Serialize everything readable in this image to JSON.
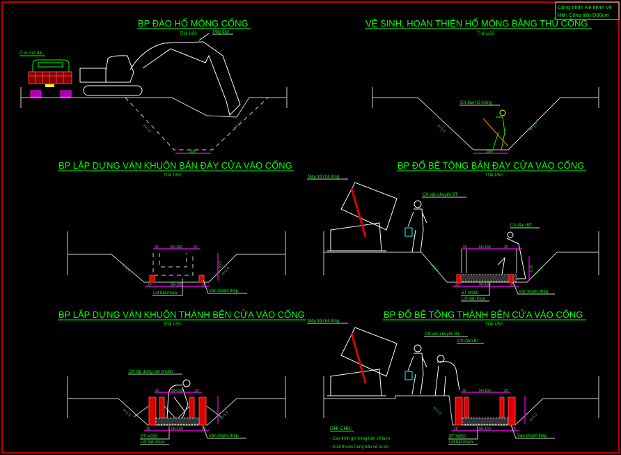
{
  "title_block": {
    "line1": "Công trình: Kè kênh Vệ",
    "line2": "HM: Cống tiêu D80cm"
  },
  "panels": [
    {
      "title": "BP ĐÀO HỐ MÓNG CỐNG",
      "scale": "Tỉ lệ 1/50",
      "labels": {
        "excavator": "Máy đào",
        "truck": "Ô tô chở đất",
        "slope_left": "m=1.0",
        "slope_right": "m=1.0",
        "bottom": "30m"
      }
    },
    {
      "title": "VỆ SINH, HOÀN THIỆN HỐ MÓNG BẰNG THỦ CÔNG",
      "scale": "Tỉ lệ 1/50",
      "labels": {
        "worker": "CN đào hố móng",
        "slope_left": "m=1.0",
        "slope_right": "m=1.0",
        "bottom": "30m"
      }
    },
    {
      "title": "BP LẮP DỰNG VÁN KHUÔN BẢN ĐÁY CỬA VÀO CỐNG",
      "scale": "Tỉ lệ 1/50",
      "labels": {
        "dim_top": [
          "20",
          "50÷150",
          "20"
        ],
        "dim_bottom": [
          "20",
          "90÷150",
          "20"
        ],
        "dim_side": "0.75",
        "liner": "Lót bạt nhựa",
        "formwork": "Ván khuôn thép",
        "slope_left": "m=1.0",
        "slope_right": "m=1.0"
      }
    },
    {
      "title": "BP ĐỔ BÊ TÔNG BẢN ĐÁY CỬA VÀO CỐNG",
      "scale": "Tỉ lệ 1/50",
      "labels": {
        "mixer": "Máy trộn bê tông",
        "carrier": "CN vận chuyển BT",
        "compactor": "CN đầm BT",
        "dim_top": [
          "20",
          "50÷150",
          "20"
        ],
        "dim_bottom": [
          "20",
          "90÷150",
          "20"
        ],
        "dim_side": "0.75",
        "concrete": "BT M350",
        "liner": "Lót bạt nhựa",
        "formwork": "Ván khuôn thép",
        "slope_left": "m=1.0",
        "slope_right": "m=1.0"
      }
    },
    {
      "title": "BP LẮP DỰNG VÁN KHUÔN THÀNH BÊN CỬA VÀO CỐNG",
      "scale": "Tỉ lệ 1/50",
      "labels": {
        "worker": "CN lắp dựng ván khuôn",
        "dim_top": [
          "20",
          "50÷150",
          "20"
        ],
        "dim_bottom": [
          "20",
          "90÷150",
          "20"
        ],
        "concrete": "BT M350",
        "liner": "Lót bạt nhựa",
        "formwork": "Ván khuôn thép",
        "slope_left": "m=1.0",
        "slope_right": "m=1.0"
      }
    },
    {
      "title": "BP ĐỔ BÊ TÔNG THÀNH BÊN CỬA VÀO CỐNG",
      "scale": "Tỉ lệ 1/50",
      "labels": {
        "mixer": "Máy trộn bê tông",
        "carrier": "CN vận chuyển BT",
        "compactor": "CN đầm BT",
        "dim_top": [
          "20",
          "50÷150",
          "20"
        ],
        "dim_bottom": [
          "20",
          "90÷150",
          "20"
        ],
        "concrete": "BT M350",
        "liner": "Lót bạt nhựa",
        "formwork": "Ván khuôn thép",
        "slope_left": "m=1.0",
        "slope_right": "m=1.0"
      }
    }
  ],
  "notes": {
    "heading": "GHI CHÚ:",
    "items": [
      "- Cao trình ghi trong bản vẽ là m",
      "- Kích thước trong bản vẽ là cm"
    ]
  },
  "colors": {
    "text": "#00ff00",
    "frame": "#ff0000",
    "dims": "#ff00ff",
    "formwork": "#dd0000",
    "lines": "#cfcfcf"
  }
}
